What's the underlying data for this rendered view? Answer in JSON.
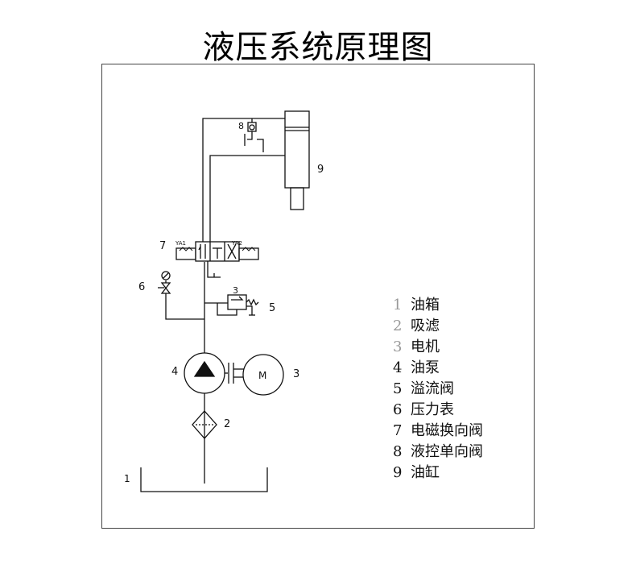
{
  "title": "液压系统原理图",
  "labels": {
    "c1": "1",
    "c2": "2",
    "c3": "3",
    "c4": "4",
    "c5": "5",
    "c6": "6",
    "c7": "7",
    "c8": "8",
    "c9": "9",
    "relief_mark": "3",
    "motor": "M",
    "ya1": "YA1",
    "ya2": "YA2"
  },
  "legend": [
    {
      "num": "1",
      "name": "油箱"
    },
    {
      "num": "2",
      "name": "吸滤"
    },
    {
      "num": "3",
      "name": "电机"
    },
    {
      "num": "4",
      "name": "油泵"
    },
    {
      "num": "5",
      "name": "溢流阀"
    },
    {
      "num": "6",
      "name": "压力表"
    },
    {
      "num": "7",
      "name": "电磁换向阀"
    },
    {
      "num": "8",
      "name": "液控单向阀"
    },
    {
      "num": "9",
      "name": "油缸"
    }
  ]
}
